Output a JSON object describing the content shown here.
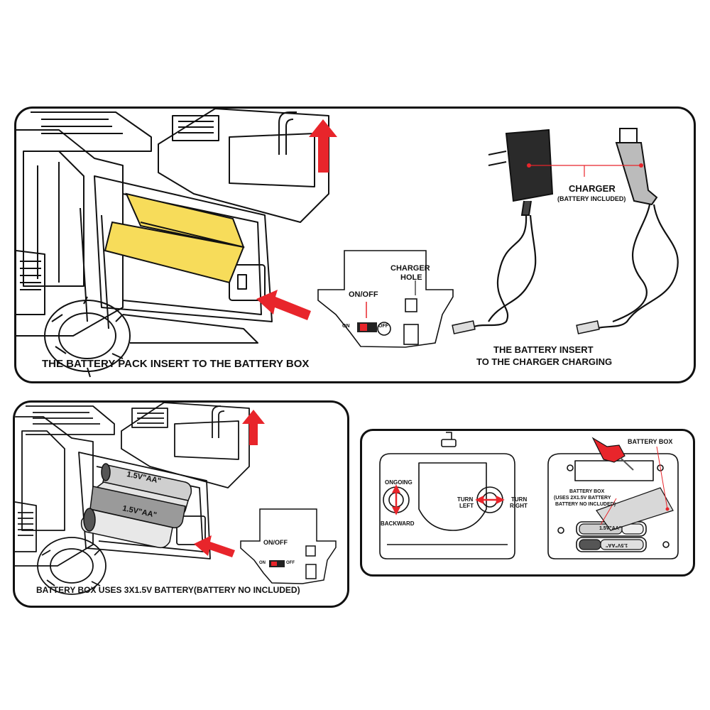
{
  "top_panel": {
    "caption": "THE BATTERY PACK INSERT TO THE BATTERY BOX",
    "switch_panel": {
      "on_off": "ON/OFF",
      "on": "ON",
      "off": "OFF",
      "charger_hole_line1": "CHARGER",
      "charger_hole_line2": "HOLE"
    },
    "charger_title": "CHARGER",
    "charger_note": "(BATTERY INCLUDED)",
    "charging_line1": "THE BATTERY  INSERT",
    "charging_line2": "TO THE CHARGER CHARGING"
  },
  "bottom_left_panel": {
    "caption": "BATTERY BOX USES 3X1.5V BATTERY(BATTERY NO INCLUDED)",
    "battery_label": "1.5V\"AA\"",
    "switch_panel": {
      "on_off": "ON/OFF",
      "on": "ON",
      "off": "OFF"
    }
  },
  "bottom_right_panel": {
    "ongoing": "ONGOING",
    "backward": "BACKWARD",
    "turn_left_1": "TURN",
    "turn_left_2": "LEFT",
    "turn_right_1": "TURN",
    "turn_right_2": "RIGHT",
    "battery_box_title": "BATTERY BOX",
    "battery_box_note_1": "BATTERY BOX",
    "battery_box_note_2": "(USES 2X1.5V BATTERY",
    "battery_box_note_3": "BATTERY  NO INCLUDED)",
    "battery_label": "1.5V\"AA\""
  },
  "colors": {
    "arrow_red": "#e8252b",
    "battery_pack_yellow": "#f7dc5a",
    "line": "#111111"
  }
}
